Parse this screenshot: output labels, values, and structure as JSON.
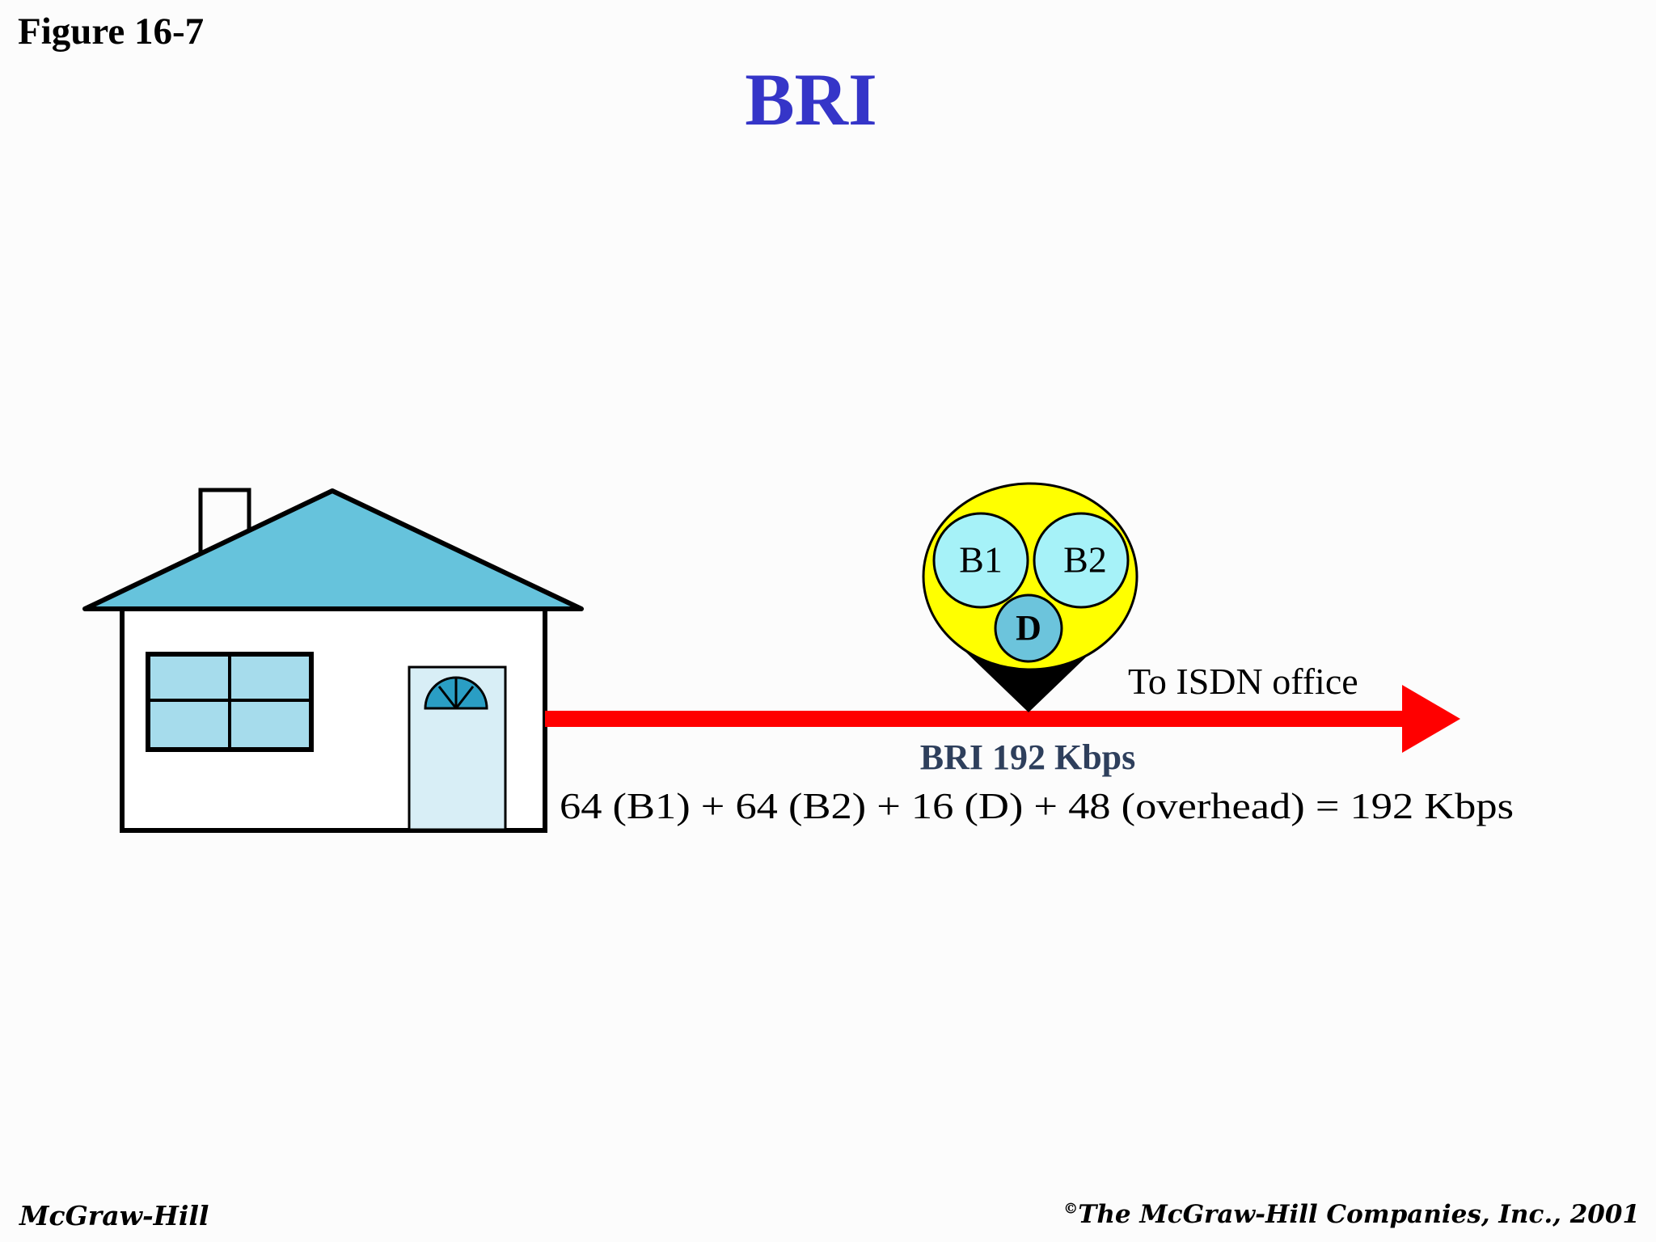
{
  "figure_label": "Figure 16-7",
  "title": "BRI",
  "channels": {
    "b1": "B1",
    "b2": "B2",
    "d": "D"
  },
  "link": {
    "destination_label": "To ISDN office",
    "rate_label": "BRI 192 Kbps",
    "equation": "64 (B1) + 64 (B2) + 16 (D) + 48 (overhead) = 192 Kbps"
  },
  "footer": {
    "publisher": "McGraw-Hill",
    "copyright_symbol": "©",
    "copyright": "The McGraw-Hill Companies, Inc., 2001"
  },
  "colors": {
    "title": "#3535c8",
    "roof": "#66c3dc",
    "window": "#a6dcec",
    "door": "#d8eef6",
    "fanlight": "#2a9ec4",
    "arrow": "#ff0000",
    "bundle": "#ffff00",
    "b_channel": "#a6f2f8",
    "d_channel": "#6cc4dc",
    "rate_label": "#2e3f5c"
  }
}
